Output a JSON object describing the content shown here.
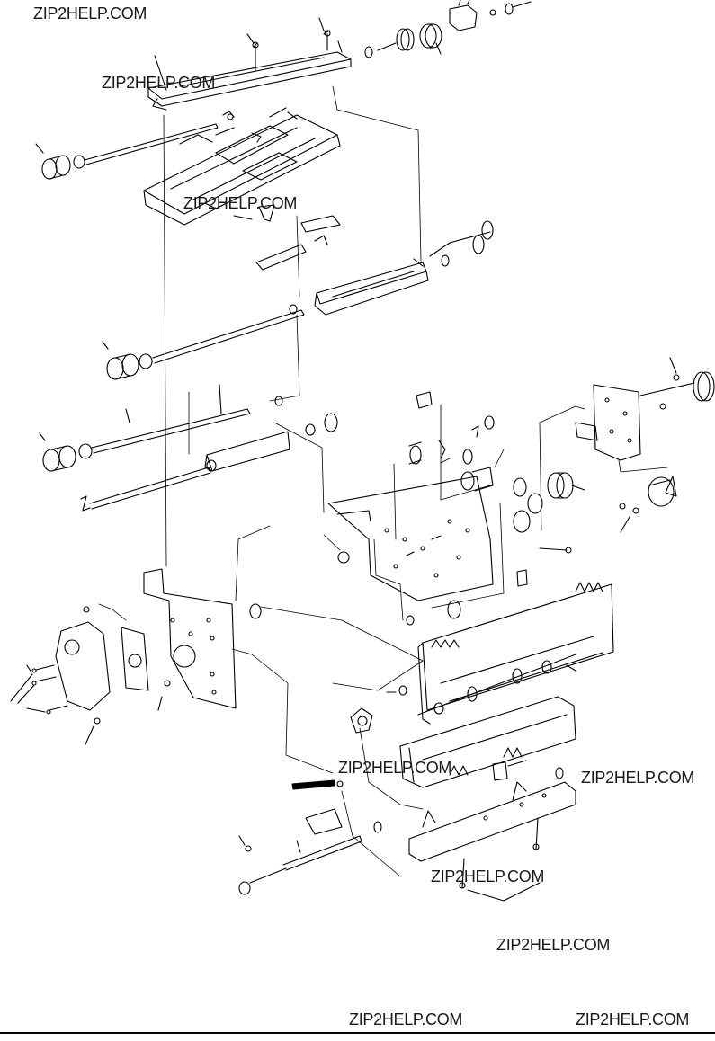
{
  "watermarks": {
    "w1": "ZIP2HELP.COM",
    "w2": "ZIP2HELP.COM",
    "w3": "ZIP2HELP.COM",
    "w4": "ZIP2HELP.COM",
    "w5": "ZIP2HELP.COM",
    "w6": "ZIP2HELP.COM",
    "w7": "ZIP2HELP.COM",
    "w8": "ZIP2HELP.COM",
    "w9": "ZIP2HELP.COM"
  },
  "colors": {
    "line": "#000000",
    "background": "#ffffff",
    "watermark": "#1a1a1a"
  }
}
